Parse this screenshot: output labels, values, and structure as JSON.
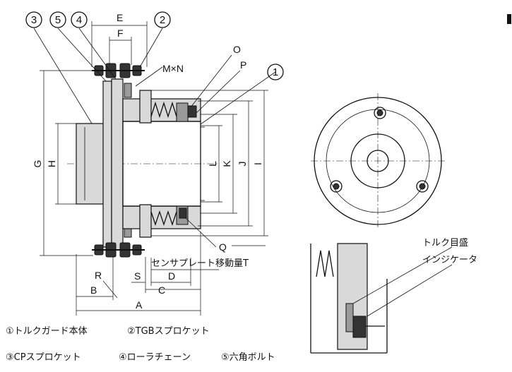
{
  "callouts": {
    "c3": "3",
    "c5": "5",
    "c4": "4",
    "c2": "2",
    "c1": "1"
  },
  "dimensions": {
    "E": "E",
    "F": "F",
    "MxN": "M×N",
    "O": "O",
    "P": "P",
    "G": "G",
    "H": "H",
    "L": "L",
    "K": "K",
    "J": "J",
    "I": "I",
    "Q": "Q",
    "R": "R",
    "B": "B",
    "S": "S",
    "D": "D",
    "C": "C",
    "A": "A"
  },
  "annotations": {
    "plate_travel": "センサプレート移動量T",
    "torque_scale": "トルク目盛",
    "indicator": "インジケータ"
  },
  "legend": {
    "line1_item1": "①トルクガード本体",
    "line1_item2": "②TGBスプロケット",
    "line2_item1": "③CPスプロケット",
    "line2_item2": "④ローラチェーン",
    "line2_item3": "⑤六角ボルト"
  }
}
